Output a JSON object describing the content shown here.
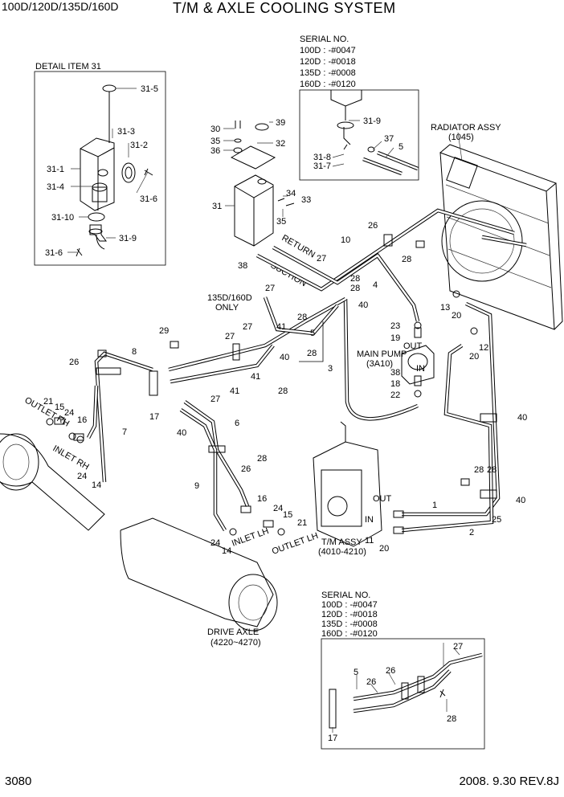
{
  "header": {
    "models": "100D/120D/135D/160D",
    "title": "T/M & AXLE COOLING SYSTEM"
  },
  "footer": {
    "page_number": "3080",
    "date_rev": "2008. 9.30  REV.8J"
  },
  "detail": {
    "title": "DETAIL ITEM 31",
    "labels": [
      "31-5",
      "31-3",
      "31-2",
      "31-1",
      "31-4",
      "31-6",
      "31-10",
      "31-9",
      "31-6"
    ]
  },
  "serial_top": {
    "title": "SERIAL NO.",
    "lines": [
      "100D : -#0047",
      "120D : -#0018",
      "135D : -#0008",
      "160D : -#0120"
    ],
    "labels": [
      "31-9",
      "37",
      "5",
      "31-8",
      "31-7"
    ]
  },
  "serial_bottom": {
    "title": "SERIAL NO.",
    "lines": [
      "100D : -#0047",
      "120D : -#0018",
      "135D : -#0008",
      "160D : -#0120"
    ],
    "labels": [
      "27",
      "5",
      "26",
      "26",
      "28",
      "17"
    ]
  },
  "captions": {
    "radiator": "RADIATOR ASSY",
    "radiator_ref": "(1045)",
    "main_pump": "MAIN PUMP",
    "main_pump_ref": "(3A10)",
    "tm_assy": "T/M ASSY",
    "tm_ref": "(4010-4210)",
    "drive_axle": "DRIVE AXLE",
    "drive_axle_ref": "(4220~4270)",
    "only": "135D/160D",
    "only2": "ONLY",
    "suction": "SUCTION",
    "return": "RETURN",
    "out": "OUT",
    "in": "IN",
    "out2": "OUT",
    "in2": "IN"
  },
  "part_labels": [
    "30",
    "39",
    "35",
    "32",
    "36",
    "34",
    "33",
    "31",
    "35",
    "38",
    "10",
    "26",
    "27",
    "28",
    "28",
    "4",
    "28",
    "40",
    "13",
    "20",
    "27",
    "41",
    "28",
    "5",
    "23",
    "19",
    "12",
    "20",
    "28",
    "28",
    "3",
    "38",
    "18",
    "22",
    "29",
    "8",
    "27",
    "27",
    "40",
    "26",
    "41",
    "41",
    "27",
    "28",
    "17",
    "21",
    "15",
    "16",
    "24",
    "7",
    "40",
    "6",
    "28",
    "40",
    "26",
    "14",
    "24",
    "9",
    "28",
    "16",
    "24",
    "15",
    "21",
    "14",
    "24",
    "25",
    "40",
    "1",
    "2",
    "11",
    "20"
  ]
}
